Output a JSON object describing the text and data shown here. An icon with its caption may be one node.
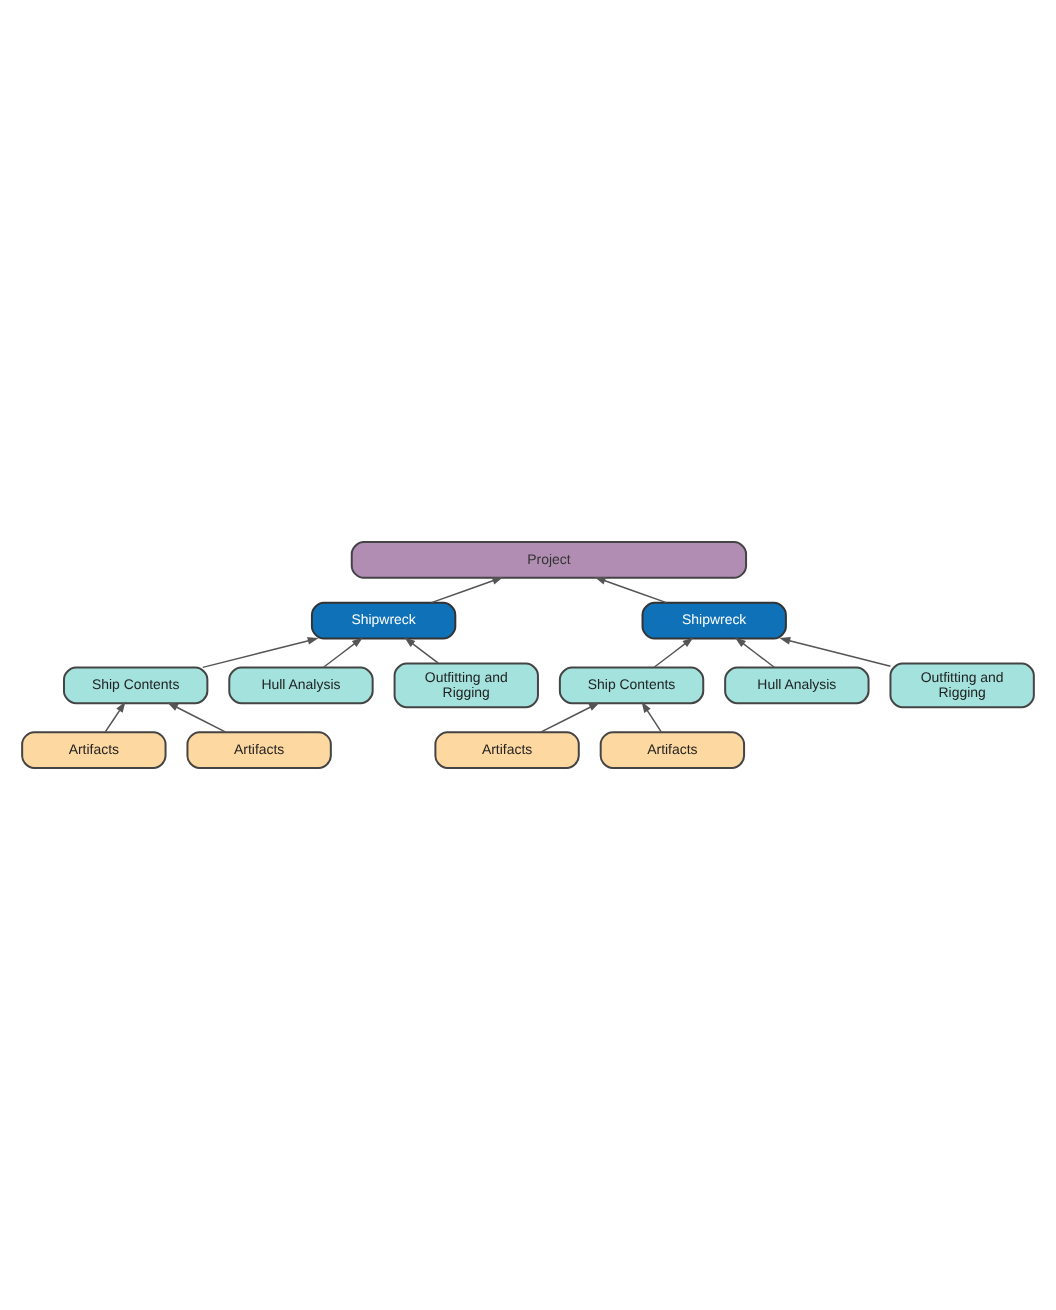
{
  "diagram": {
    "nodes": [
      {
        "text": [
          "Project"
        ]
      },
      {
        "text": [
          "Shipwreck"
        ]
      },
      {
        "text": [
          "Ship Contents"
        ]
      },
      {
        "text": [
          "Artifacts"
        ]
      },
      {
        "text": [
          "Artifacts"
        ]
      },
      {
        "text": [
          "Hull Analysis"
        ]
      },
      {
        "text": [
          "Outfitting and Rigging"
        ]
      },
      {
        "text": [
          "Shipwreck"
        ]
      },
      {
        "text": [
          "Ship Contents"
        ]
      },
      {
        "text": [
          "Artifacts"
        ]
      },
      {
        "text": [
          "Artifacts"
        ]
      },
      {
        "text": [
          "Hull Analysis"
        ]
      },
      {
        "text": [
          "Outfitting and Rigging"
        ]
      }
    ],
    "edges": [
      {
        "from": 1,
        "to": 0,
        "arrow": "to"
      },
      {
        "from": 7,
        "to": 0,
        "arrow": "to"
      },
      {
        "from": 2,
        "to": 1,
        "arrow": "to"
      },
      {
        "from": 5,
        "to": 1,
        "arrow": "to"
      },
      {
        "from": 6,
        "to": 1,
        "arrow": "to"
      },
      {
        "from": 3,
        "to": 2,
        "arrow": "to"
      },
      {
        "from": 4,
        "to": 2,
        "arrow": "to"
      },
      {
        "from": 8,
        "to": 7,
        "arrow": "to"
      },
      {
        "from": 11,
        "to": 7,
        "arrow": "to"
      },
      {
        "from": 12,
        "to": 7,
        "arrow": "to"
      },
      {
        "from": 9,
        "to": 8,
        "arrow": "to"
      },
      {
        "from": 10,
        "to": 8,
        "arrow": "to"
      }
    ]
  }
}
